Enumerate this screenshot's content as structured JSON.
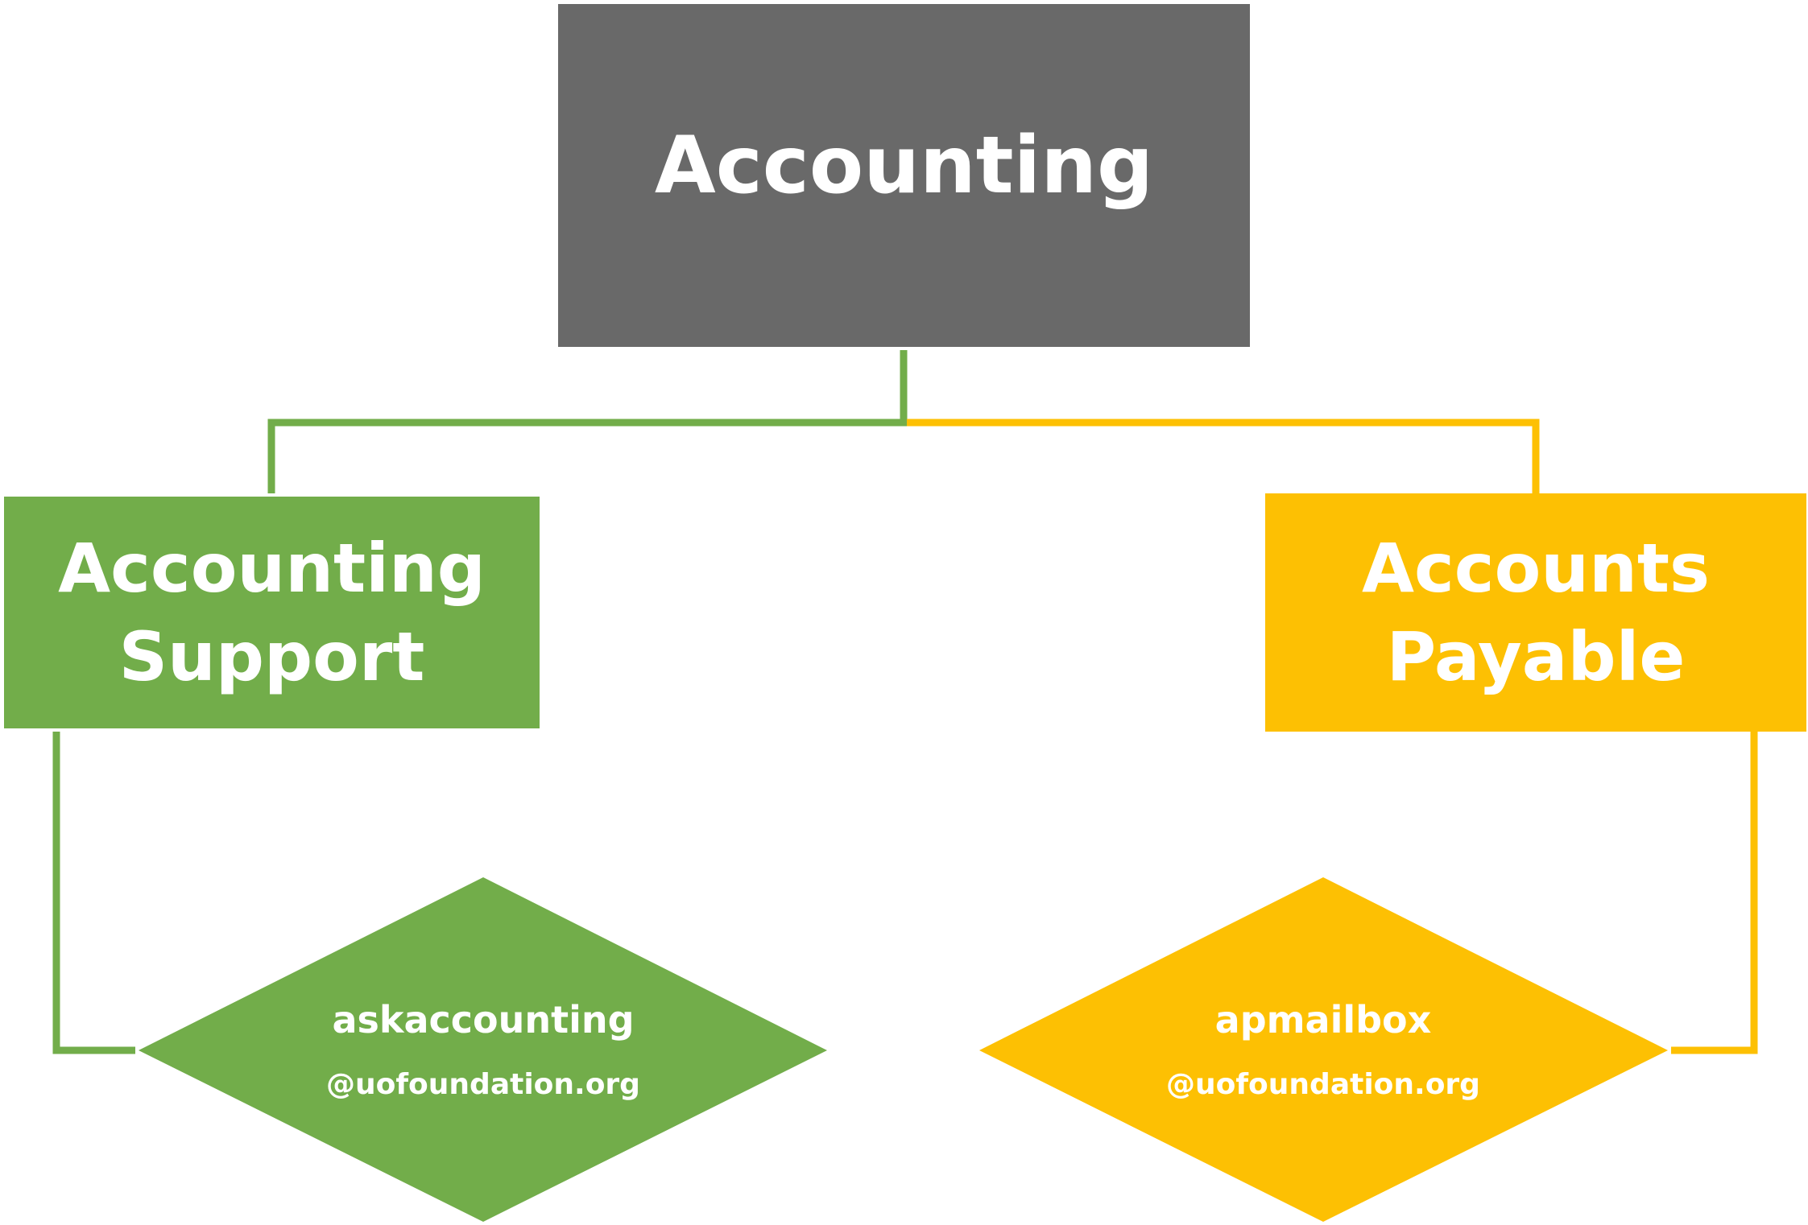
{
  "nodes": {
    "root": {
      "label": "Accounting",
      "color": "#696969"
    },
    "left": {
      "line1": "Accounting",
      "line2": "Support",
      "color": "#72ad4a"
    },
    "right": {
      "line1": "Accounts",
      "line2": "Payable",
      "color": "#fdc003"
    }
  },
  "contacts": {
    "left": {
      "line1": "askaccounting",
      "line2": "@uofoundation.org",
      "color": "#72ad4a"
    },
    "right": {
      "line1": "apmailbox",
      "line2": "@uofoundation.org",
      "color": "#fdc003"
    }
  }
}
